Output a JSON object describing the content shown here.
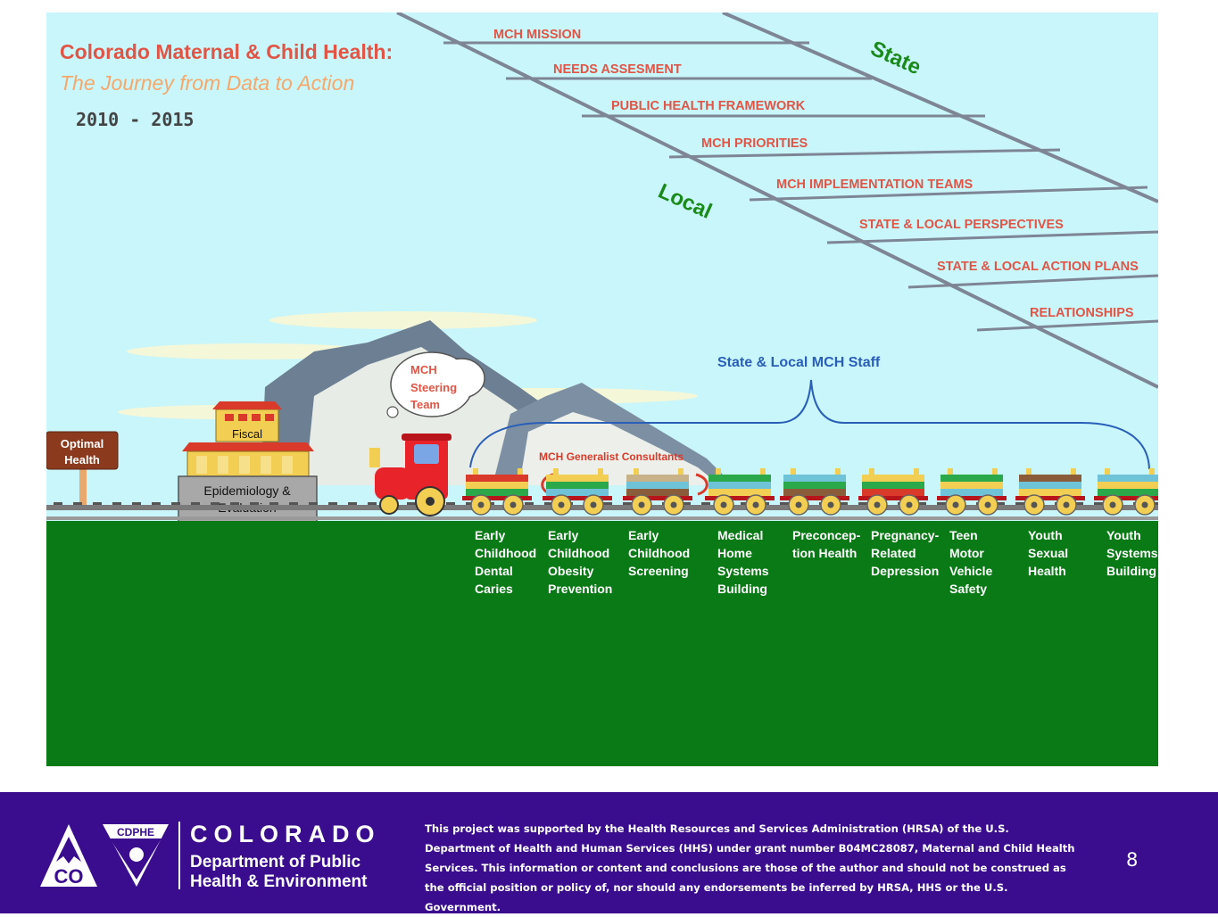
{
  "title": {
    "line1": "Colorado Maternal & Child Health:",
    "line2": "The Journey from Data to Action"
  },
  "years": "2010 - 2015",
  "ladder": {
    "state_label": "State",
    "local_label": "Local",
    "steps": [
      "MCH MISSION",
      "NEEDS ASSESMENT",
      "PUBLIC HEALTH FRAMEWORK",
      "MCH PRIORITIES",
      "MCH IMPLEMENTATION TEAMS",
      "STATE & LOCAL PERSPECTIVES",
      "STATE & LOCAL ACTION PLANS",
      "RELATIONSHIPS"
    ]
  },
  "sign": {
    "line1": "Optimal",
    "line2": "Health"
  },
  "station": {
    "fiscal": "Fiscal",
    "epi_line1": "Epidemiology &",
    "epi_line2": "Evaluation"
  },
  "cloud": {
    "line1": "MCH",
    "line2": "Steering",
    "line3": "Team"
  },
  "consultants": "MCH Generalist Consultants",
  "staff": "State & Local MCH Staff",
  "cars": [
    {
      "lines": [
        "Early",
        "Childhood",
        "Dental",
        "Caries"
      ]
    },
    {
      "lines": [
        "Early",
        "Childhood",
        "Obesity",
        "Prevention"
      ]
    },
    {
      "lines": [
        "Early",
        "Childhood",
        "Screening"
      ]
    },
    {
      "lines": [
        "Medical",
        "Home",
        "Systems",
        "Building"
      ]
    },
    {
      "lines": [
        "Preconcep-",
        "tion Health"
      ]
    },
    {
      "lines": [
        "Pregnancy-",
        "Related",
        "Depression"
      ]
    },
    {
      "lines": [
        "Teen",
        "Motor",
        "Vehicle",
        "Safety"
      ]
    },
    {
      "lines": [
        "Youth",
        "Sexual",
        "Health"
      ]
    },
    {
      "lines": [
        "Youth",
        "Systems",
        "Building"
      ]
    }
  ],
  "footer": {
    "logo_acronym": "CDPHE",
    "logo_co": "CO",
    "org_word": "COLORADO",
    "dept_line1": "Department of Public",
    "dept_line2": "Health & Environment",
    "disclaimer": "This project was supported by the Health Resources and Services Administration (HRSA) of the U.S. Department of Health and Human Services (HHS) under grant number B04MC28087, Maternal and Child Health Services. This information or content and conclusions are those of the author and should not be construed as the official position or policy of, nor should any endorsements be inferred by HRSA, HHS or the U.S. Government.",
    "page_number": "8"
  },
  "colors": {
    "sky": "#c9f6fb",
    "grass": "#0a7a16",
    "footer": "#3a0d8f",
    "title_red": "#e05545",
    "title_orange": "#f5a86a",
    "state_green": "#1a8a1a",
    "staff_blue": "#2a5fb8"
  }
}
